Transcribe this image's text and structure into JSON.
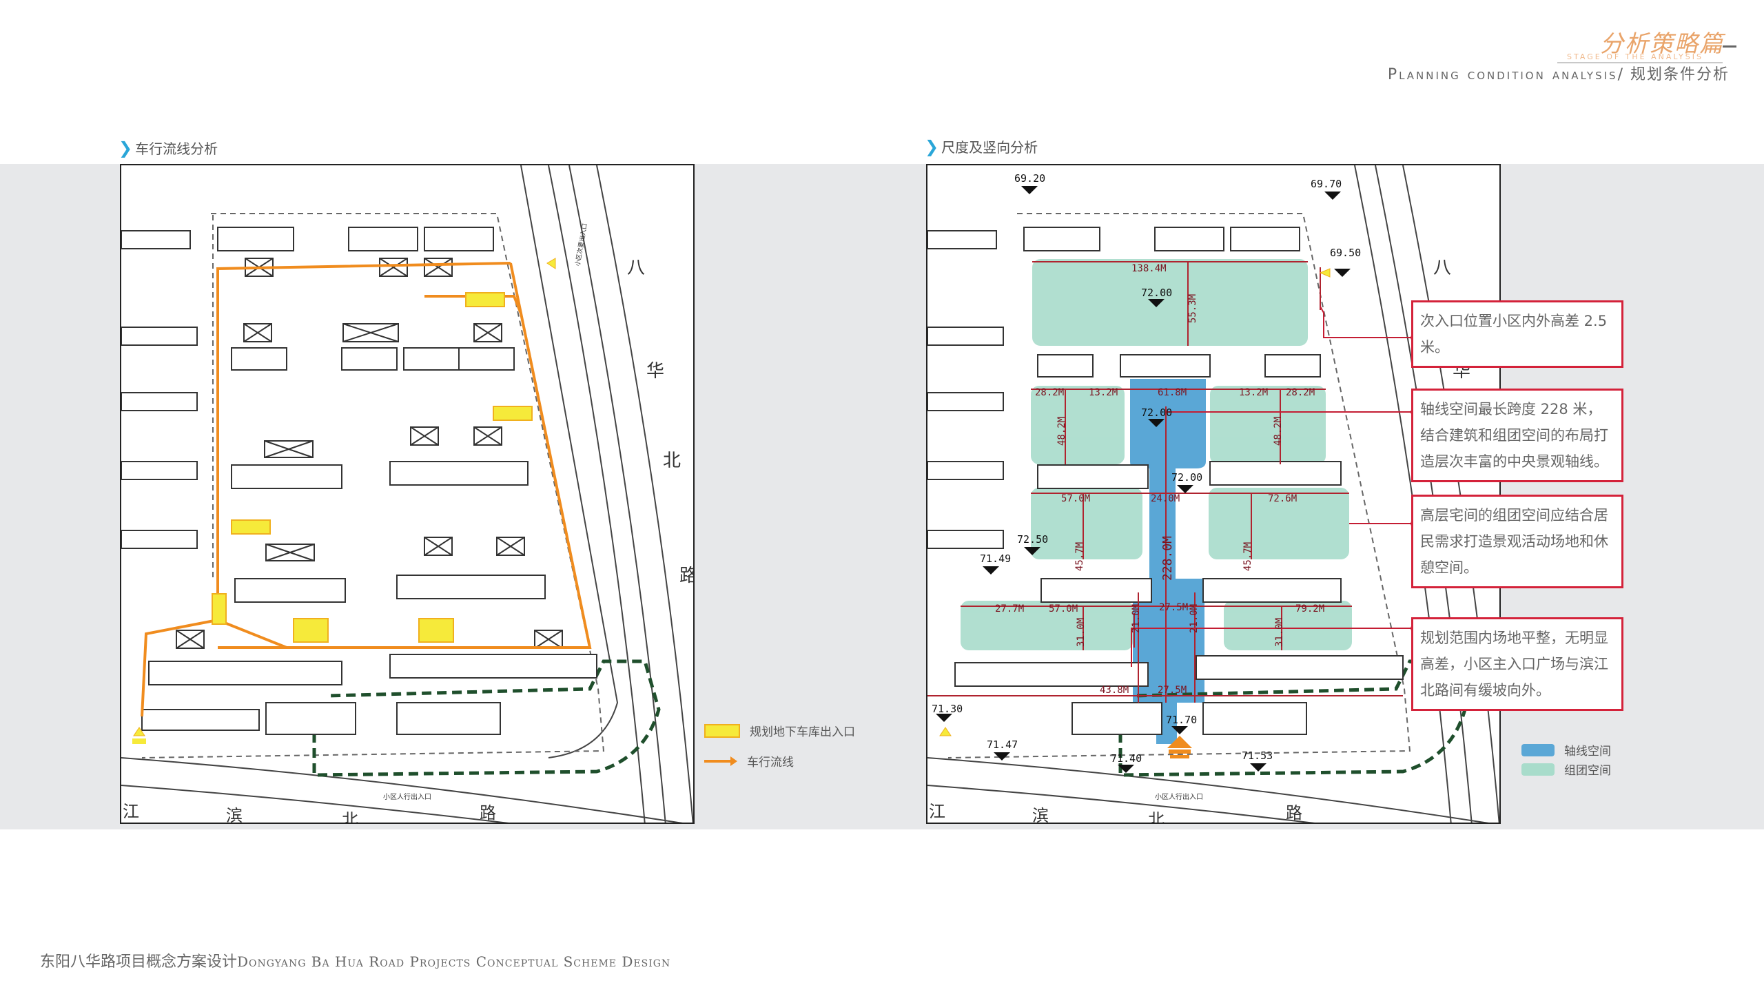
{
  "brand": {
    "title_cn": "分析策略篇",
    "title_en": "STAGE OF THE ANALYSIS"
  },
  "header": {
    "subtitle_en": "Planning condition analysis",
    "subtitle_sep": "/ ",
    "subtitle_cn": "规划条件分析"
  },
  "left_panel": {
    "title": "车行流线分析",
    "road_labels": {
      "ba": "八",
      "hua": "华",
      "bei": "北",
      "lu": "路",
      "jiang": "江",
      "bin": "滨",
      "bei2": "北",
      "lu2": "路"
    },
    "entrance_side": "小区次要出入口",
    "entrance_main": "小区人行出入口",
    "legend": [
      {
        "label": "规划地下车库出入口",
        "color": "#f6ea3a"
      },
      {
        "label": "车行流线",
        "color": "#f08c1e"
      }
    ]
  },
  "right_panel": {
    "title": "尺度及竖向分析",
    "road_labels": {
      "ba": "八",
      "hua": "华",
      "jiang": "江",
      "bin": "滨",
      "bei2": "北",
      "lu2": "路"
    },
    "elevations": {
      "e1": "69.20",
      "e2": "69.70",
      "e3": "69.50",
      "e4": "72.00",
      "e5": "72.00",
      "e6": "72.00",
      "e7": "72.50",
      "e8": "71.49",
      "e9": "71.30",
      "e10": "71.47",
      "e11": "71.40",
      "e12": "71.70",
      "e13": "71.53"
    },
    "dims": {
      "d1": "138.4M",
      "d2": "55.3M",
      "d3": "28.2M",
      "d4": "13.2M",
      "d5": "61.8M",
      "d6": "13.2M",
      "d7": "28.2M",
      "d8": "48.2M",
      "d9": "48.2M",
      "d10": "57.0M",
      "d11": "24.0M",
      "d12": "72.6M",
      "d13": "45.7M",
      "d14": "45.7M",
      "d15": "228.0M",
      "d16": "27.7M",
      "d17": "57.0M",
      "d18": "27.5M",
      "d19": "79.2M",
      "d20": "31.0M",
      "d21": "21.0M",
      "d22": "21.0M",
      "d23": "31.0M",
      "d24": "43.8M",
      "d25": "27.5M"
    },
    "entrance_main": "小区人行出入口",
    "legend": [
      {
        "label": "轴线空间",
        "color": "#5aa7d6"
      },
      {
        "label": "组团空间",
        "color": "#a8dccb"
      }
    ],
    "callouts": [
      "次入口位置小区内外高差 2.5 米。",
      "轴线空间最长跨度 228 米，结合建筑和组团空间的布局打造层次丰富的中央景观轴线。",
      "高层宅间的组团空间应结合居民需求打造景观活动场地和休憩空间。",
      "规划范围内场地平整，无明显高差，小区主入口广场与滨江北路间有缓坡向外。"
    ]
  },
  "footer": {
    "cn": "东阳八华路项目概念方案设计",
    "en": "Dongyang Ba Hua Road Projects Conceptual Scheme Design"
  }
}
